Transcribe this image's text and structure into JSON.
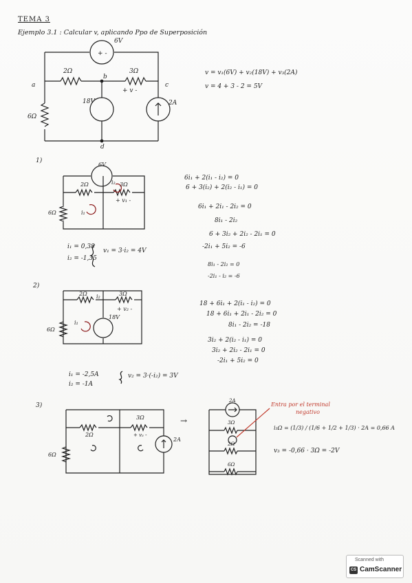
{
  "header": {
    "title": "TEMA 3",
    "example": "Ejemplo 3.1 :  Calcular v, aplicando Ppo de Superposición"
  },
  "main_circuit": {
    "src_top": "6V",
    "r_ab": "2Ω",
    "r_bc": "3Ω",
    "r_left": "6Ω",
    "src_mid": "18V",
    "src_right": "2A",
    "node_a": "a",
    "node_b": "b",
    "node_c": "c",
    "node_d": "d",
    "v_label": "+  v  -",
    "eq1": "v = v₁(6V) + v₂(18V) + v₃(2A)",
    "eq2": "v = 4 + 3 - 2 = 5V"
  },
  "part1": {
    "num": "1)",
    "src": "6V",
    "r1": "2Ω",
    "r2": "3Ω",
    "r3": "6Ω",
    "loop1": "i₁",
    "loop2": "i₂",
    "v_label": "+ v₁ -",
    "equations": [
      "6i₁ + 2(i₁ - i₂) = 0",
      "6 + 3(i₂) + 2(i₂ - i₁) = 0",
      "6i₁ + 2i₁ - 2i₂ = 0",
      "8i₁ - 2i₂",
      "6 + 3i₂ + 2i₂ - 2i₁ = 0",
      "-2i₁ + 5i₂ = -6",
      "8i₁ - 2i₂ = 0",
      "-2i₁ - i₂ = -6"
    ],
    "res1": "i₁ = 0,38",
    "res2": "i₂ = -1,35",
    "res_v": "v₁ = 3·i₂ = 4V"
  },
  "part2": {
    "num": "2)",
    "r1": "2Ω",
    "r2": "3Ω",
    "r3": "6Ω",
    "src": "18V",
    "loop1": "i₁",
    "loop2": "i₂",
    "v_label": "+ v₂ -",
    "equations": [
      "18 + 6i₁ + 2(i₁ - i₂) = 0",
      "18 + 6i₁ + 2i₁ - 2i₂ = 0",
      "8i₁ - 2i₂ = -18",
      "3i₂ + 2(i₂ - i₁) = 0",
      "3i₂ + 2i₂ - 2i₁ = 0",
      "-2i₁ + 5i₂ = 0"
    ],
    "res1": "i₁ = -2,5A",
    "res2": "i₂ = -1A",
    "res_v": "v₂ = 3·(-i₂) = 3V"
  },
  "part3": {
    "num": "3)",
    "r1": "2Ω",
    "r2": "3Ω",
    "r3": "6Ω",
    "src": "2A",
    "v_label": "+ v₃ -",
    "arrow": "→",
    "note1": "Entra por el terminal",
    "note2": "negativo",
    "eq_i": "i₃Ω = (1/3) / (1/6 + 1/2 + 1/3) · 2A = 0,66 A",
    "eq_v": "v₃ = -0,66 · 3Ω = -2V"
  },
  "badge": {
    "line1": "Scanned with",
    "brand": "CamScanner",
    "logo": "CS"
  }
}
